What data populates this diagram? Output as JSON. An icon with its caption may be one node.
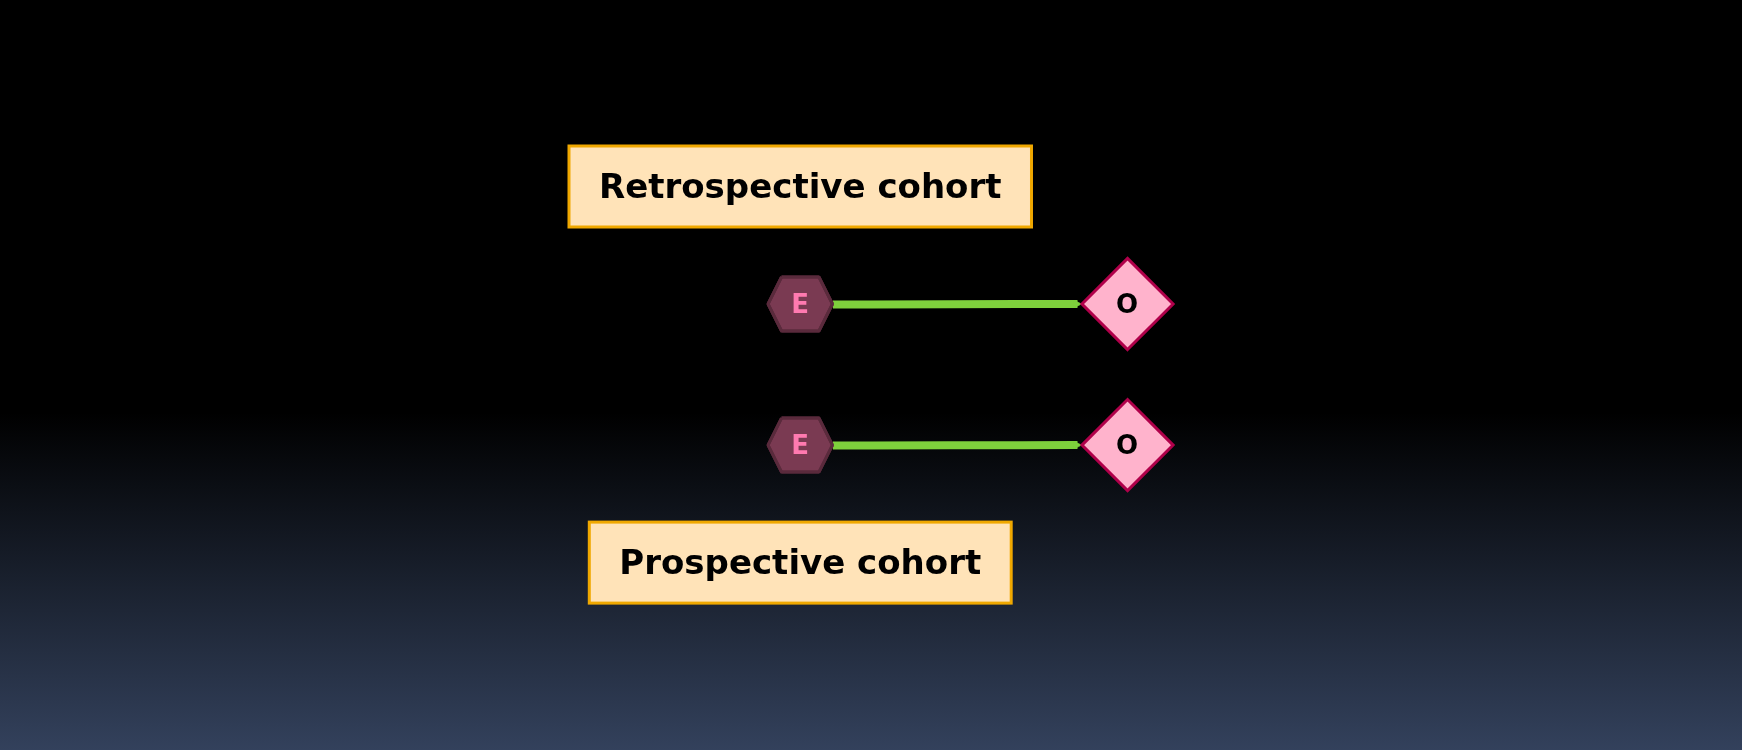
{
  "diagram": {
    "nodes": [
      {
        "text": [
          "Retrospective cohort"
        ]
      },
      {
        "text": [
          "E"
        ]
      },
      {
        "text": [
          "O"
        ]
      },
      {
        "text": [
          "E"
        ]
      },
      {
        "text": [
          "O"
        ]
      },
      {
        "text": [
          "Prospective cohort"
        ]
      }
    ],
    "edges": [
      {
        "from": 1,
        "to": 2,
        "arrow": "to"
      },
      {
        "from": 3,
        "to": 4,
        "arrow": "to"
      }
    ]
  }
}
